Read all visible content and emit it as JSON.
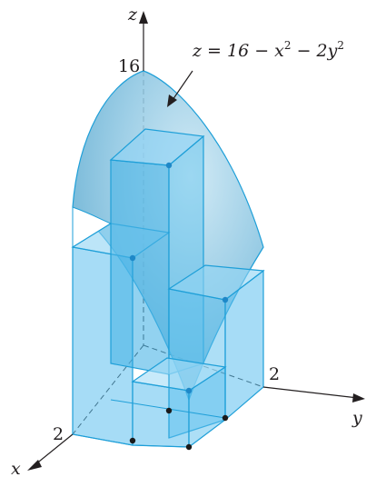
{
  "labels": {
    "z_axis": "z",
    "y_axis": "y",
    "x_axis": "x",
    "z_tick": "16",
    "y_tick": "2",
    "x_tick": "2",
    "surface_eq_lhs": "z = 16 − x",
    "surface_eq_exp1": "2",
    "surface_eq_mid": " − 2y",
    "surface_eq_exp2": "2"
  },
  "colors": {
    "surface_fill": "#6fb6d8",
    "surface_highlight": "#c9e6f3",
    "box_fill": "#5cc0ee",
    "box_edge": "#1e9fd8",
    "axis": "#231f20",
    "dot": "#1a1a1a",
    "dot_blue": "#1e88c8"
  }
}
